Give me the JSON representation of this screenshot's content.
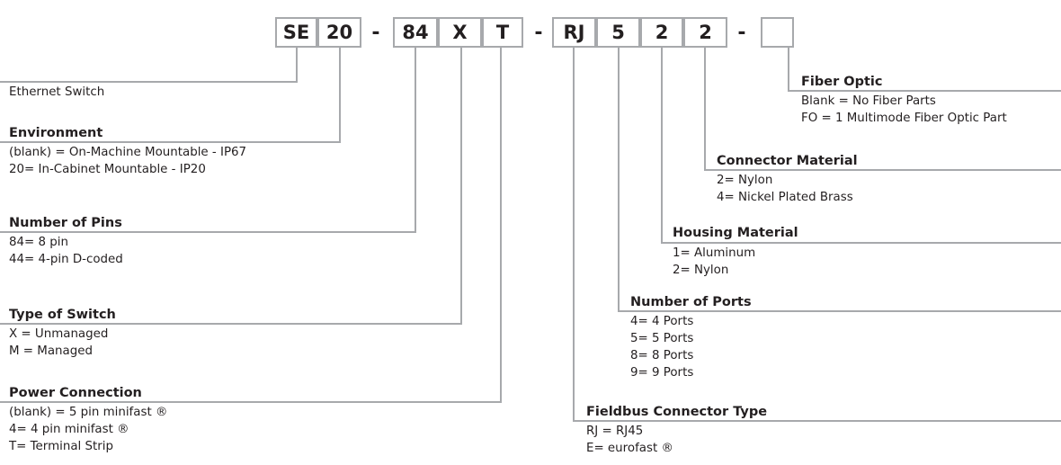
{
  "code_boxes": {
    "se": "SE",
    "env": "20",
    "pins": "84",
    "switch_type": "X",
    "power": "T",
    "fieldbus": "RJ",
    "ports": "5",
    "housing": "2",
    "connector": "2",
    "fiber": ""
  },
  "separator": "-",
  "ethernet_switch": "Ethernet Switch",
  "sections": {
    "environment": {
      "title": "Environment",
      "options": [
        "(blank) = On-Machine Mountable - IP67",
        "20= In-Cabinet Mountable - IP20"
      ]
    },
    "pins": {
      "title": "Number of Pins",
      "options": [
        "84= 8 pin",
        "44= 4-pin D-coded"
      ]
    },
    "switch_type": {
      "title": "Type of Switch",
      "options": [
        "X = Unmanaged",
        "M = Managed"
      ]
    },
    "power": {
      "title": "Power Connection",
      "options": [
        "(blank) = 5 pin minifast ®",
        "4= 4 pin minifast ®",
        "T= Terminal Strip"
      ]
    },
    "fiber": {
      "title": "Fiber Optic",
      "options": [
        "Blank = No Fiber Parts",
        "FO = 1 Multimode Fiber Optic Part"
      ]
    },
    "connector": {
      "title": "Connector Material",
      "options": [
        "2= Nylon",
        "4= Nickel Plated Brass"
      ]
    },
    "housing": {
      "title": "Housing Material",
      "options": [
        "1= Aluminum",
        "2= Nylon"
      ]
    },
    "ports": {
      "title": "Number of Ports",
      "options": [
        "4= 4 Ports",
        "5= 5 Ports",
        "8= 8 Ports",
        "9= 9 Ports"
      ]
    },
    "fieldbus": {
      "title": "Fieldbus Connector Type",
      "options": [
        "RJ = RJ45",
        "E= eurofast ®"
      ]
    }
  }
}
